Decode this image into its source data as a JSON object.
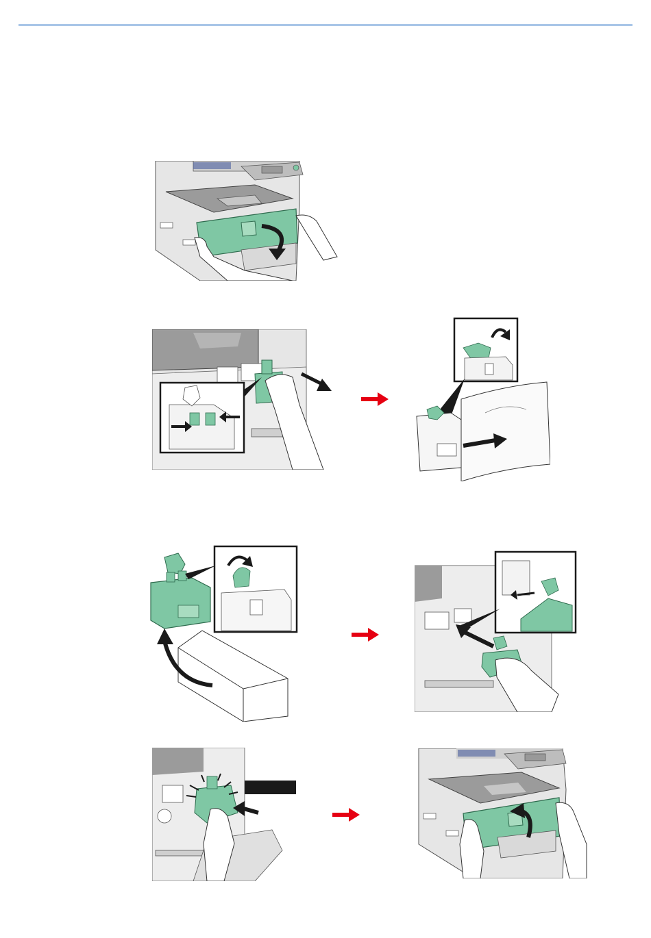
{
  "page": {
    "background": "#ffffff",
    "rule_color": "#a9c6e8"
  },
  "colors": {
    "toner_green": "#7fc7a4",
    "toner_green_dark": "#2f6b4e",
    "machine_gray": "#d9d9d9",
    "machine_dark": "#8c8c8c",
    "next_arrow_red": "#e60012",
    "black": "#1a1a1a"
  },
  "steps": [
    {
      "id": "open-front-cover",
      "icon": "open-cover-illustration"
    },
    {
      "id": "remove-old-toner",
      "icon": "remove-toner-illustration"
    },
    {
      "id": "bag-old-toner",
      "icon": "bag-toner-illustration"
    },
    {
      "id": "unpack-new-toner",
      "icon": "unpack-toner-illustration"
    },
    {
      "id": "insert-new-toner",
      "icon": "insert-toner-illustration"
    },
    {
      "id": "push-toner-in",
      "icon": "push-toner-illustration"
    },
    {
      "id": "close-front-cover",
      "icon": "close-cover-illustration"
    }
  ],
  "next_arrows": [
    "next-step-arrow",
    "next-step-arrow",
    "next-step-arrow"
  ]
}
